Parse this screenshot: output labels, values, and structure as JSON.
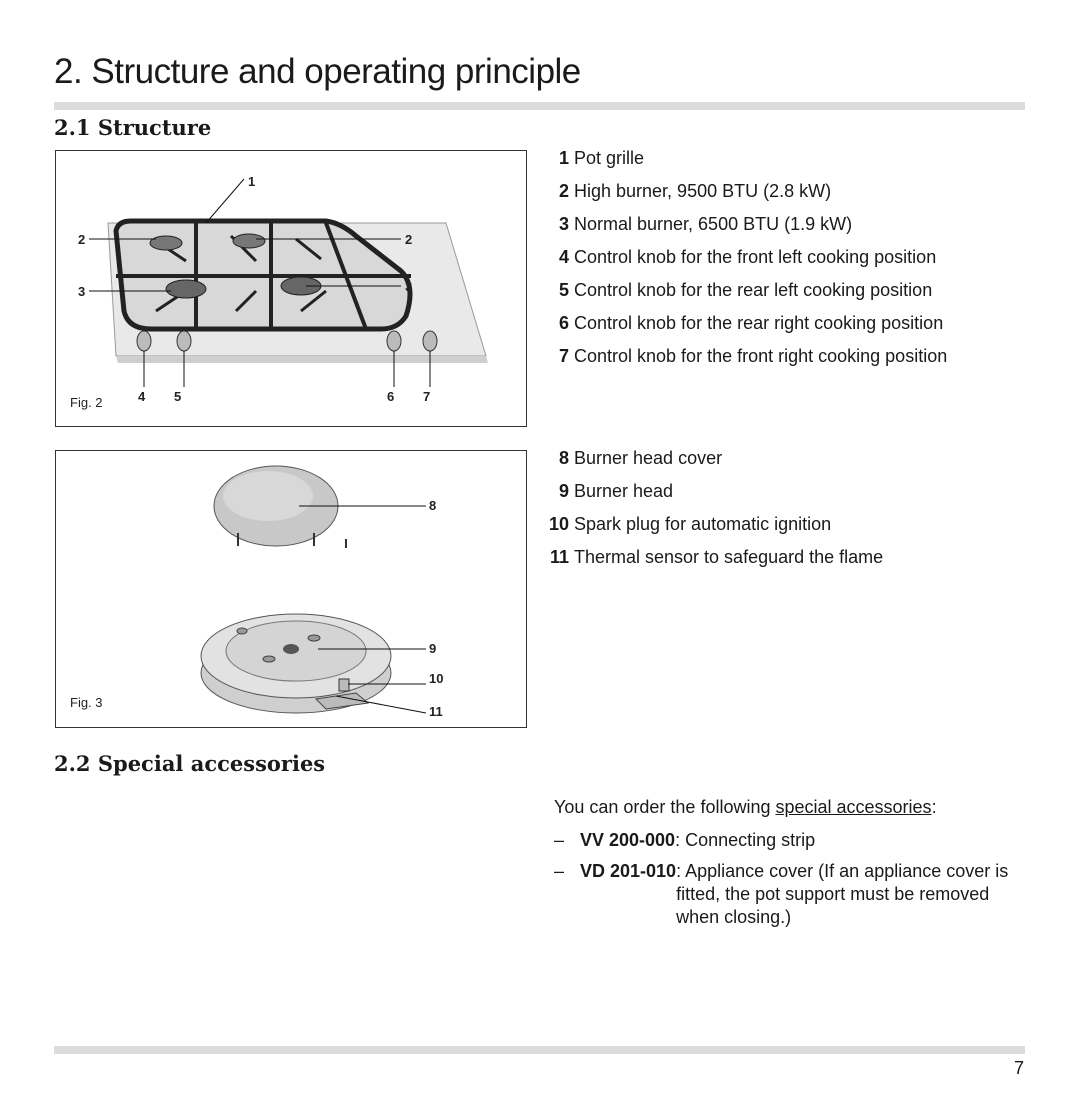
{
  "page": {
    "title": "2. Structure and operating principle",
    "number": "7"
  },
  "structure": {
    "heading": "2.1 Structure",
    "fig2": {
      "label": "Fig. 2",
      "callouts": [
        "1",
        "2",
        "2",
        "3",
        "3",
        "4",
        "5",
        "6",
        "7"
      ]
    },
    "fig3": {
      "label": "Fig. 3",
      "callouts": [
        "8",
        "9",
        "10",
        "11"
      ]
    },
    "legend_a": [
      {
        "num": "1",
        "text": "Pot grille"
      },
      {
        "num": "2",
        "text": "High burner, 9500 BTU (2.8 kW)"
      },
      {
        "num": "3",
        "text": "Normal burner, 6500 BTU (1.9 kW)"
      },
      {
        "num": "4",
        "text": "Control knob for the front left cooking position"
      },
      {
        "num": "5",
        "text": "Control knob for the rear left cooking position"
      },
      {
        "num": "6",
        "text": "Control knob for the rear right cooking position"
      },
      {
        "num": "7",
        "text": "Control knob for the front right cooking position"
      }
    ],
    "legend_b": [
      {
        "num": "8",
        "text": "Burner head cover"
      },
      {
        "num": "9",
        "text": "Burner head"
      },
      {
        "num": "10",
        "text": "Spark plug for automatic ignition"
      },
      {
        "num": "11",
        "text": "Thermal sensor to safeguard the flame"
      }
    ]
  },
  "accessories": {
    "heading": "2.2 Special accessories",
    "intro_before": "You can order the following ",
    "intro_link": "special accessories",
    "intro_after": ":",
    "items": [
      {
        "dash": "–",
        "code": "VV 200-000",
        "text": ": Connecting strip"
      },
      {
        "dash": "–",
        "code": "VD 201-010",
        "text": ": Appliance cover (If an appliance cover is fitted, the pot support must be removed when closing.)"
      }
    ]
  }
}
